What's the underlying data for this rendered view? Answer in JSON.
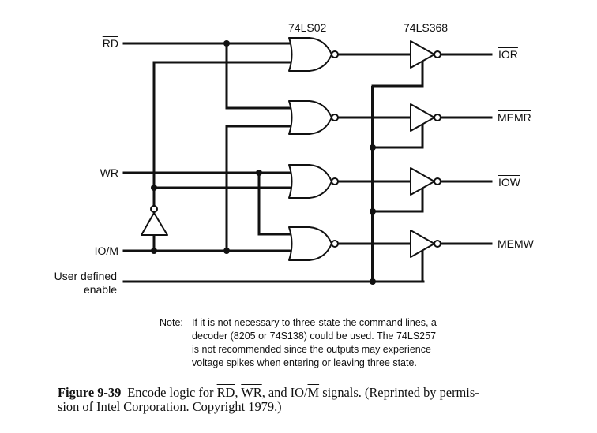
{
  "chips": {
    "nor_gate_part": "74LS02",
    "buffer_part": "74LS368"
  },
  "inputs": {
    "rd": "RD",
    "wr": "WR",
    "io_m_prefix": "IO/",
    "io_m_overlined": "M",
    "user_enable_line1": "User defined",
    "user_enable_line2": "enable"
  },
  "outputs": [
    "IOR",
    "MEMR",
    "IOW",
    "MEMW"
  ],
  "note": {
    "label": "Note:",
    "lines": [
      "If it is not necessary to three-state the command lines, a",
      "decoder (8205 or 74S138) could be used. The 74LS257",
      "is not recommended since the outputs may experience",
      "voltage spikes when entering or leaving three state."
    ]
  },
  "caption": {
    "figure_number": "Figure 9-39",
    "text_a": "Encode logic for ",
    "rd": "RD",
    "sep1": ", ",
    "wr": "WR",
    "sep2": ", and IO/",
    "m": "M",
    "text_b": " signals. (Reprinted by permis-",
    "line2": "sion of Intel Corporation. Copyright 1979.)"
  }
}
